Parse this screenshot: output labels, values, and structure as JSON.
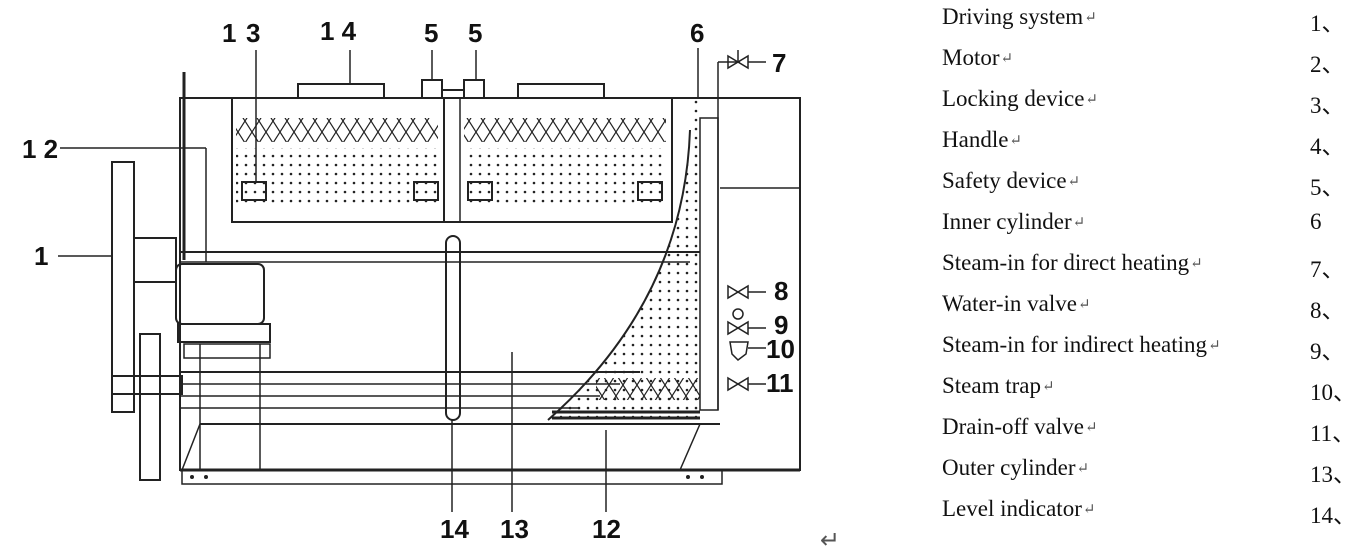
{
  "diagram": {
    "callouts": {
      "c1": "1",
      "c3": "3",
      "c12_left": "1 2",
      "c14_top": "1 4",
      "c5a": "5",
      "c5b": "5",
      "c6": "6",
      "c7": "7",
      "c8": "8",
      "c9": "9",
      "c10": "10",
      "c11": "11",
      "c14_bottom": "14",
      "c13": "13",
      "c12_bottom": "12"
    },
    "return_mark": "↵"
  },
  "legend": {
    "return_mark": "↵",
    "items": [
      {
        "name": "Driving system",
        "num": "1、"
      },
      {
        "name": "Motor",
        "num": "2、"
      },
      {
        "name": "Locking device",
        "num": "3、"
      },
      {
        "name": "Handle",
        "num": "4、"
      },
      {
        "name": "Safety device",
        "num": "5、"
      },
      {
        "name": "Inner cylinder",
        "num": "6"
      },
      {
        "name": "Steam-in for direct heating",
        "num": "7、"
      },
      {
        "name": "Water-in valve",
        "num": "8、"
      },
      {
        "name": "Steam-in for indirect heating",
        "num": "9、"
      },
      {
        "name": "Steam trap",
        "num": "10、"
      },
      {
        "name": "Drain-off valve",
        "num": "11、"
      },
      {
        "name": "Outer cylinder",
        "num": "13、"
      },
      {
        "name": "Level indicator",
        "num": "14、"
      }
    ]
  }
}
